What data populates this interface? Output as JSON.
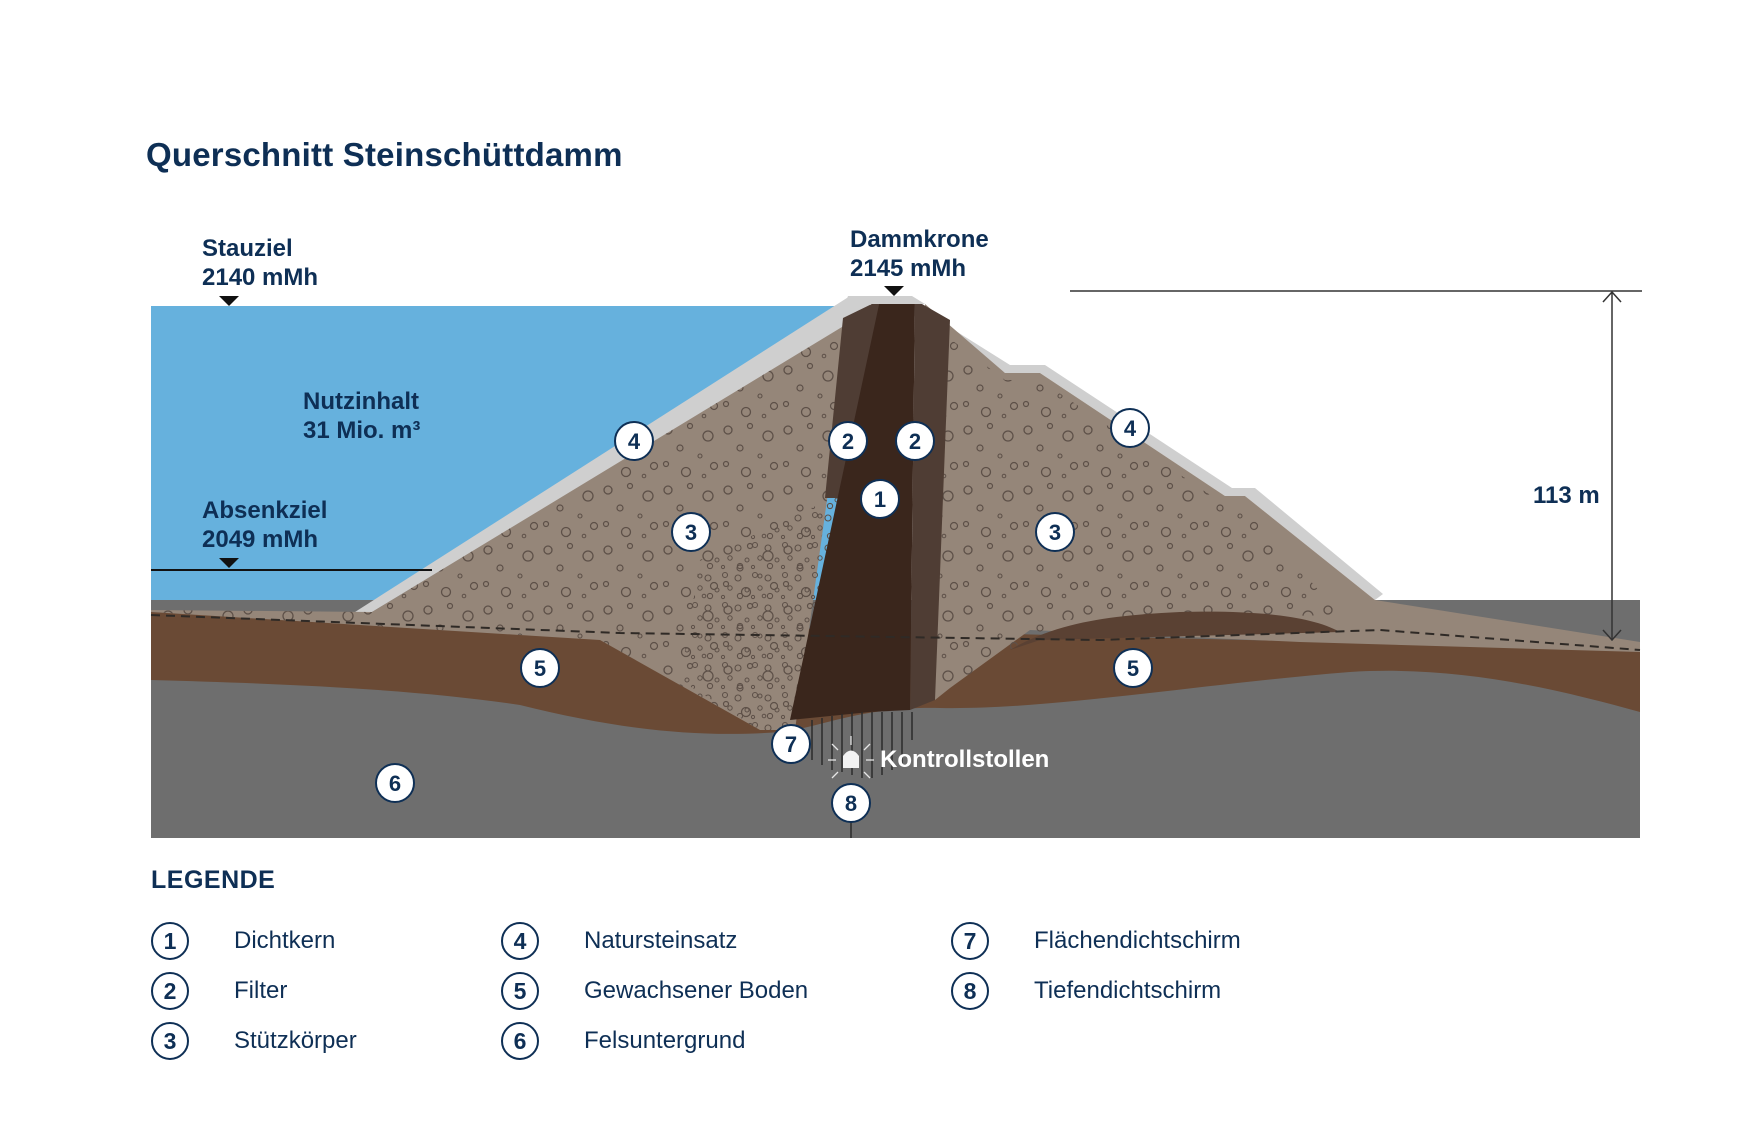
{
  "title": "Querschnitt Steinschüttdamm",
  "labels": {
    "stauziel_name": "Stauziel",
    "stauziel_value": "2140 mMh",
    "dammkrone_name": "Dammkrone",
    "dammkrone_value": "2145 mMh",
    "nutzinhalt_name": "Nutzinhalt",
    "nutzinhalt_value": "31 Mio. m³",
    "absenkziel_name": "Absenkziel",
    "absenkziel_value": "2049 mMh",
    "height": "113 m",
    "kontrollstollen": "Kontrollstollen"
  },
  "markers": [
    "1",
    "2",
    "2",
    "3",
    "3",
    "4",
    "4",
    "5",
    "5",
    "6",
    "7",
    "8"
  ],
  "legend": {
    "heading": "LEGENDE",
    "items": [
      {
        "num": "1",
        "label": "Dichtkern"
      },
      {
        "num": "2",
        "label": "Filter"
      },
      {
        "num": "3",
        "label": "Stützkörper"
      },
      {
        "num": "4",
        "label": "Natursteinsatz"
      },
      {
        "num": "5",
        "label": "Gewachsener Boden"
      },
      {
        "num": "6",
        "label": "Felsuntergrund"
      },
      {
        "num": "7",
        "label": "Flächendichtschirm"
      },
      {
        "num": "8",
        "label": "Tiefendichtschirm"
      }
    ]
  },
  "colors": {
    "text": "#0e2f55",
    "water": "#66b1dd",
    "bedrock": "#6e6e6e",
    "soil": "#6a4a35",
    "fill": "#958679",
    "filter": "#4f3d34",
    "core": "#3a261c",
    "riprap": "#cfcfcf"
  }
}
